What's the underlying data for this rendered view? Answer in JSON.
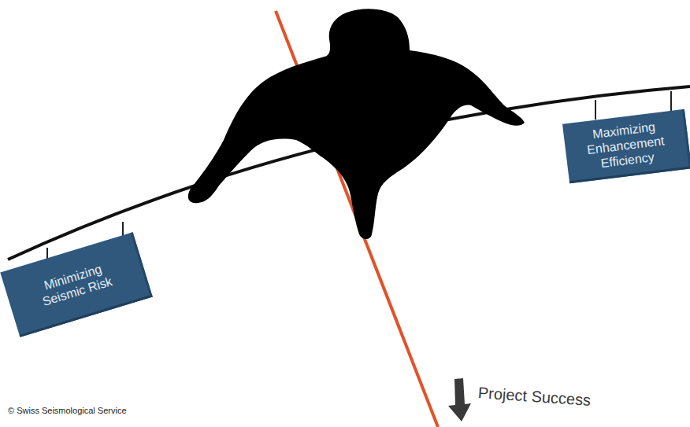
{
  "diagram": {
    "nodes": [
      {
        "text": [
          "Minimizing Seismic Risk"
        ]
      },
      {
        "text": [
          "Maximizing Enhancement Efficiency"
        ]
      }
    ],
    "labels": [
      "Project Success",
      "© Swiss Seismological Service"
    ]
  }
}
